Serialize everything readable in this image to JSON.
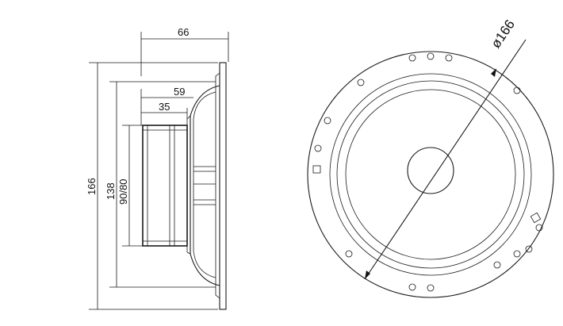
{
  "side_view": {
    "dim_depth_total": "66",
    "dim_depth_basket": "59",
    "dim_depth_magnet": "35",
    "dim_height_total": "166",
    "dim_height_cone": "138",
    "dim_height_magnet": "90/80"
  },
  "front_view": {
    "dim_diameter": "ø166"
  }
}
